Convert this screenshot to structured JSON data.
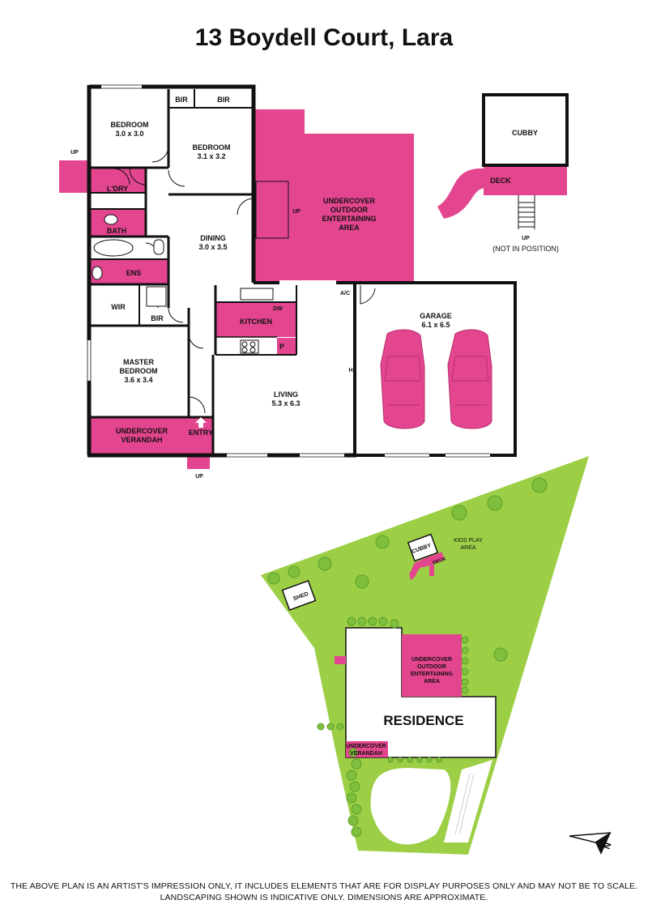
{
  "title": "13 Boydell Court, Lara",
  "rooms": {
    "bedroom1": {
      "name": "BEDROOM",
      "dim": "3.0 x 3.0"
    },
    "bedroom2": {
      "name": "BEDROOM",
      "dim": "3.1 x 3.2"
    },
    "bir": "BIR",
    "laundry": "L'DRY",
    "bath": "BATH",
    "ensuite": "ENS",
    "wir": "WIR",
    "master_line1": "MASTER",
    "master_line2": "BEDROOM",
    "master_dim": "3.6 x 3.4",
    "dining": {
      "name": "DINING",
      "dim": "3.0 x 3.5"
    },
    "kitchen": "KITCHEN",
    "dw": "DW",
    "pantry": "P",
    "ac": "A/C",
    "h": "H",
    "living": {
      "name": "LIVING",
      "dim": "5.3 x 6.3"
    },
    "garage": {
      "name": "GARAGE",
      "dim": "6.1 x 6.5"
    },
    "outdoor_line1": "UNDERCOVER",
    "outdoor_line2": "OUTDOOR",
    "outdoor_line3": "ENTERTAINING",
    "outdoor_line4": "AREA",
    "verandah_line1": "UNDERCOVER",
    "verandah_line2": "VERANDAH",
    "entry": "ENTRY",
    "up": "UP",
    "cubby": "CUBBY",
    "deck": "DECK",
    "not_in_position": "(NOT IN POSITION)"
  },
  "site": {
    "residence": "RESIDENCE",
    "shed": "SHED",
    "cubby": "CUBBY",
    "deck": "DECK",
    "kids_line1": "KIDS PLAY",
    "kids_line2": "AREA",
    "outdoor_line1": "UNDERCOVER",
    "outdoor_line2": "OUTDOOR",
    "outdoor_line3": "ENTERTAINING",
    "outdoor_line4": "AREA",
    "verandah_line1": "UNDERCOVER",
    "verandah_line2": "VERANDAH",
    "north": "N"
  },
  "disclaimer_line1": "THE ABOVE PLAN IS AN ARTIST'S IMPRESSION ONLY, IT INCLUDES ELEMENTS THAT ARE FOR DISPLAY PURPOSES ONLY AND MAY NOT BE TO SCALE.",
  "disclaimer_line2": "LANDSCAPING SHOWN IS INDICATIVE ONLY. DIMENSIONS ARE APPROXIMATE.",
  "colors": {
    "magenta": "#e3458f",
    "lawn": "#9ccf45",
    "tree": "#7fbf3e",
    "wall": "#111111"
  }
}
